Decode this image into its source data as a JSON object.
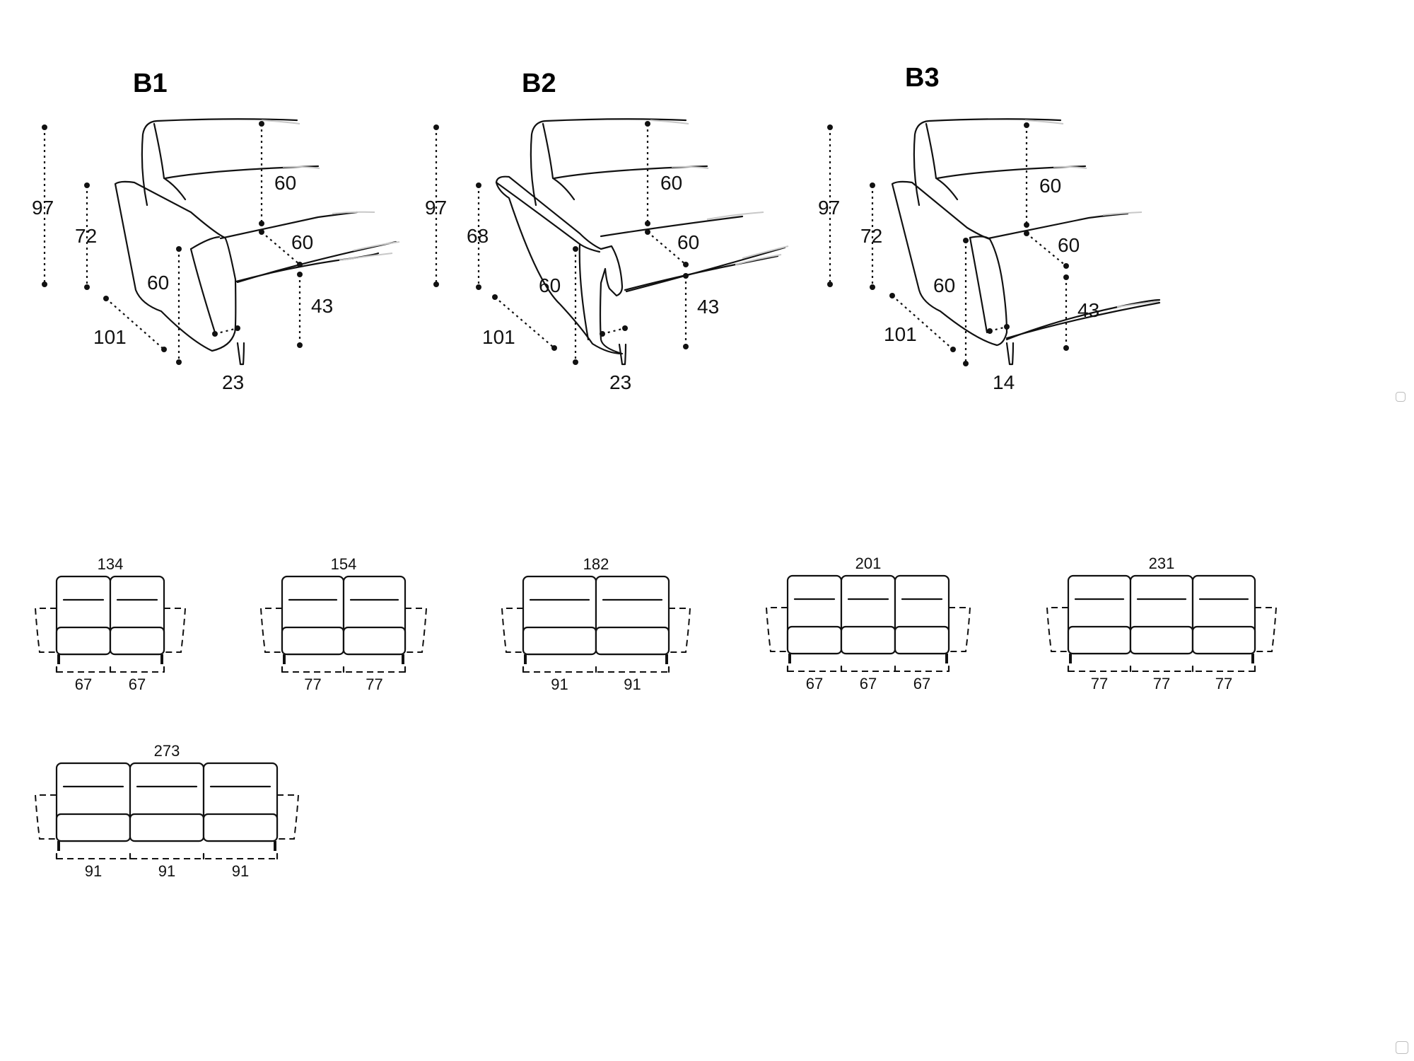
{
  "armchairs": [
    {
      "title": "B1",
      "height_total": "97",
      "arm_height": "72",
      "back_height": "60",
      "seat_depth": "60",
      "seat_height": "43",
      "side_depth": "60",
      "depth_total": "101",
      "arm_width": "23"
    },
    {
      "title": "B2",
      "height_total": "97",
      "arm_height": "68",
      "back_height": "60",
      "seat_depth": "60",
      "seat_height": "43",
      "side_depth": "60",
      "depth_total": "101",
      "arm_width": "23"
    },
    {
      "title": "B3",
      "height_total": "97",
      "arm_height": "72",
      "back_height": "60",
      "seat_depth": "60",
      "seat_height": "43",
      "side_depth": "60",
      "depth_total": "101",
      "arm_width": "14"
    }
  ],
  "sofas": [
    {
      "total_width": "134",
      "seats": [
        "67",
        "67"
      ]
    },
    {
      "total_width": "154",
      "seats": [
        "77",
        "77"
      ]
    },
    {
      "total_width": "182",
      "seats": [
        "91",
        "91"
      ]
    },
    {
      "total_width": "201",
      "seats": [
        "67",
        "67",
        "67"
      ]
    },
    {
      "total_width": "231",
      "seats": [
        "77",
        "77",
        "77"
      ]
    },
    {
      "total_width": "273",
      "seats": [
        "91",
        "91",
        "91"
      ]
    }
  ],
  "icons": [
    "scroll-marker-icon",
    "corner-marker-icon"
  ]
}
